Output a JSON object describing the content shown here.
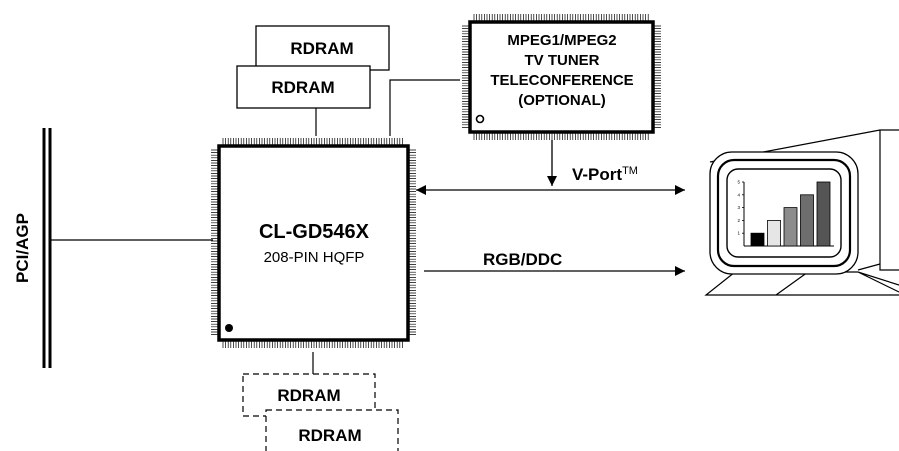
{
  "bus": {
    "label": "PCI/AGP"
  },
  "chip": {
    "name": "CL-GD546X",
    "package": "208-PIN HQFP"
  },
  "memory": {
    "top": [
      "RDRAM",
      "RDRAM"
    ],
    "bottom": [
      "RDRAM",
      "RDRAM"
    ]
  },
  "mpeg": {
    "lines": [
      "MPEG1/MPEG2",
      "TV TUNER",
      "TELECONFERENCE",
      "(OPTIONAL)"
    ]
  },
  "links": {
    "vport": "V-Port",
    "vport_mark": "TM",
    "rgb": "RGB/DDC"
  },
  "monitor": {
    "axis_ticks": [
      "1",
      "2",
      "3",
      "4",
      "5"
    ],
    "bars": [
      1,
      2,
      3,
      4,
      5
    ],
    "bar_colors": [
      "#000000",
      "#e6e6e6",
      "#8c8c8c",
      "#6e6e6e",
      "#555555"
    ]
  }
}
